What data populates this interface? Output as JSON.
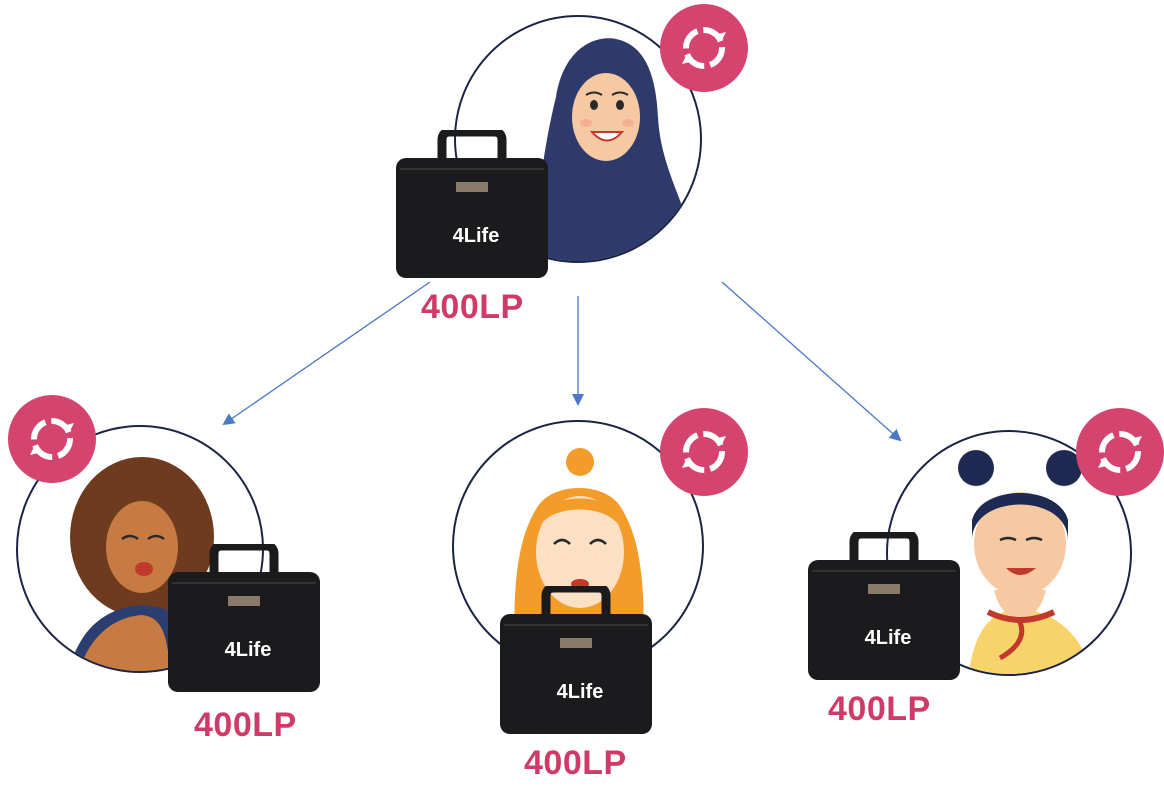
{
  "nodes": [
    {
      "id": "top",
      "points_label": "400LP",
      "bag_brand": "4Life",
      "avatar": "woman-hijab-avatar",
      "badge_icon": "refresh-icon"
    },
    {
      "id": "left",
      "points_label": "400LP",
      "bag_brand": "4Life",
      "avatar": "woman-curly-hair-avatar",
      "badge_icon": "refresh-icon"
    },
    {
      "id": "center",
      "points_label": "400LP",
      "bag_brand": "4Life",
      "avatar": "woman-blonde-hair-avatar",
      "badge_icon": "refresh-icon"
    },
    {
      "id": "right",
      "points_label": "400LP",
      "bag_brand": "4Life",
      "avatar": "woman-hair-buns-avatar",
      "badge_icon": "refresh-icon"
    }
  ],
  "colors": {
    "badge": "#d5436f",
    "points_text": "#cf3a68",
    "arrow": "#4a78c6",
    "circle_border": "#1c2444",
    "bag": "#1b1b1d"
  }
}
